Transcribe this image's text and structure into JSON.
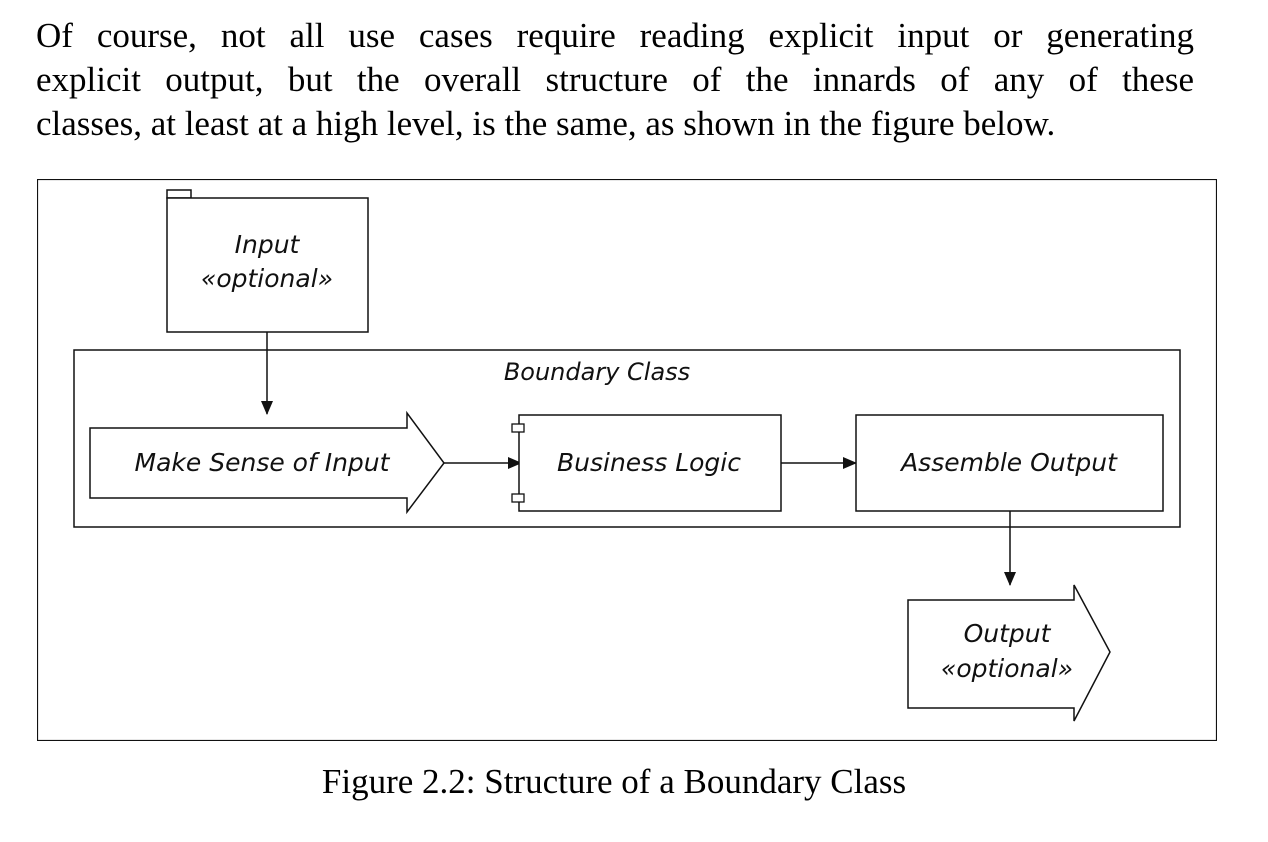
{
  "paragraph": {
    "lines": [
      "Of course, not all use cases require reading explicit input or generating",
      "explicit output, but the overall structure of the innards of any of these",
      "classes, at least at a high level, is the same, as shown in the figure below."
    ]
  },
  "diagram": {
    "input_box": {
      "name": "Input",
      "stereotype": "«optional»"
    },
    "boundary_title": "Boundary Class",
    "make_sense": "Make Sense of Input",
    "business_logic": "Business Logic",
    "assemble_output": "Assemble Output",
    "output_box": {
      "name": "Output",
      "stereotype": "«optional»"
    }
  },
  "caption": "Figure 2.2: Structure of a Boundary Class"
}
